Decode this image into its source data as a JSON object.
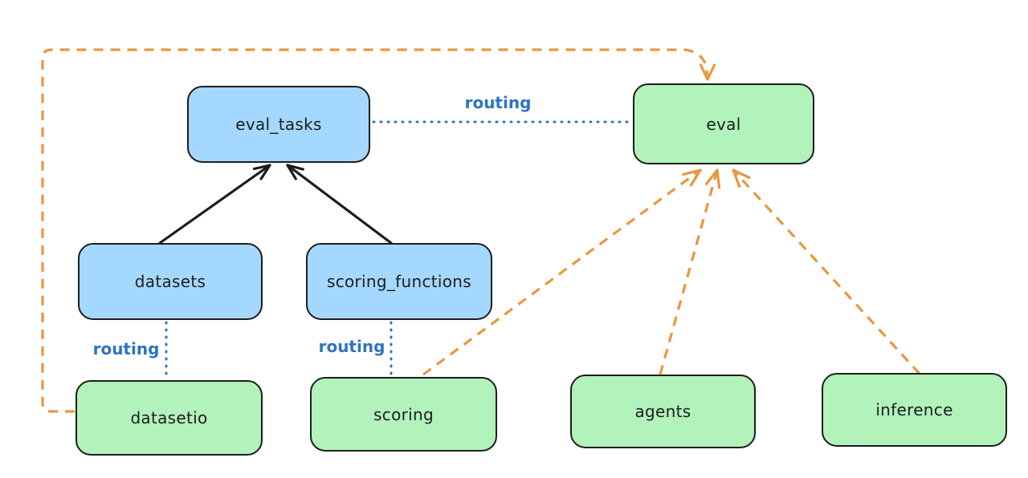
{
  "diagram_type": "architecture-flow-diagram",
  "colors": {
    "background": "#ffffff",
    "node_blue_fill": "#a5d8ff",
    "node_green_fill": "#b2f2bb",
    "node_stroke": "#1d1d1d",
    "arrow_black": "#1d1d1d",
    "routing_blue": "#2f74c2",
    "provider_orange": "#e9973d"
  },
  "nodes": [
    {
      "id": "eval_tasks",
      "label": "eval_tasks",
      "color": "blue"
    },
    {
      "id": "eval",
      "label": "eval",
      "color": "green"
    },
    {
      "id": "datasets",
      "label": "datasets",
      "color": "blue"
    },
    {
      "id": "scoring_functions",
      "label": "scoring_functions",
      "color": "blue"
    },
    {
      "id": "datasetio",
      "label": "datasetio",
      "color": "green"
    },
    {
      "id": "scoring",
      "label": "scoring",
      "color": "green"
    },
    {
      "id": "agents",
      "label": "agents",
      "color": "green"
    },
    {
      "id": "inference",
      "label": "inference",
      "color": "green"
    }
  ],
  "edges": [
    {
      "from": "eval_tasks",
      "to": "eval",
      "style": "dotted-blue",
      "label": "routing"
    },
    {
      "from": "datasets",
      "to": "datasetio",
      "style": "dotted-blue",
      "label": "routing"
    },
    {
      "from": "scoring_functions",
      "to": "scoring",
      "style": "dotted-blue",
      "label": "routing"
    },
    {
      "from": "datasets",
      "to": "eval_tasks",
      "style": "solid-black-arrow",
      "label": ""
    },
    {
      "from": "scoring_functions",
      "to": "eval_tasks",
      "style": "solid-black-arrow",
      "label": ""
    },
    {
      "from": "datasetio",
      "to": "eval",
      "style": "dashed-orange-arrow",
      "label": ""
    },
    {
      "from": "scoring",
      "to": "eval",
      "style": "dashed-orange-arrow",
      "label": ""
    },
    {
      "from": "agents",
      "to": "eval",
      "style": "dashed-orange-arrow",
      "label": ""
    },
    {
      "from": "inference",
      "to": "eval",
      "style": "dashed-orange-arrow",
      "label": ""
    }
  ]
}
